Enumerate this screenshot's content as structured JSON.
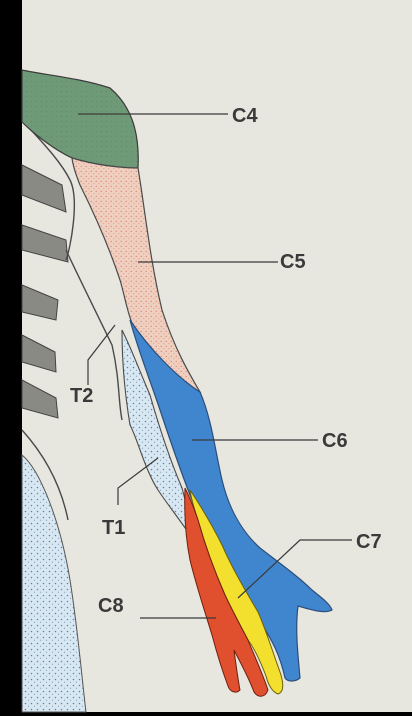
{
  "labels": {
    "c4": "C4",
    "c5": "C5",
    "c6": "C6",
    "c7": "C7",
    "c8": "C8",
    "t1": "T1",
    "t2": "T2"
  },
  "colors": {
    "c4": "#6f9a78",
    "c5": "#e8c4b2",
    "c6": "#3f86cf",
    "c7": "#f2df2e",
    "c8": "#e0502e",
    "t_dermatome": "#cfe0ee",
    "rib": "#8a8a85",
    "paper": "#e9e7df",
    "frame": "#000000"
  }
}
